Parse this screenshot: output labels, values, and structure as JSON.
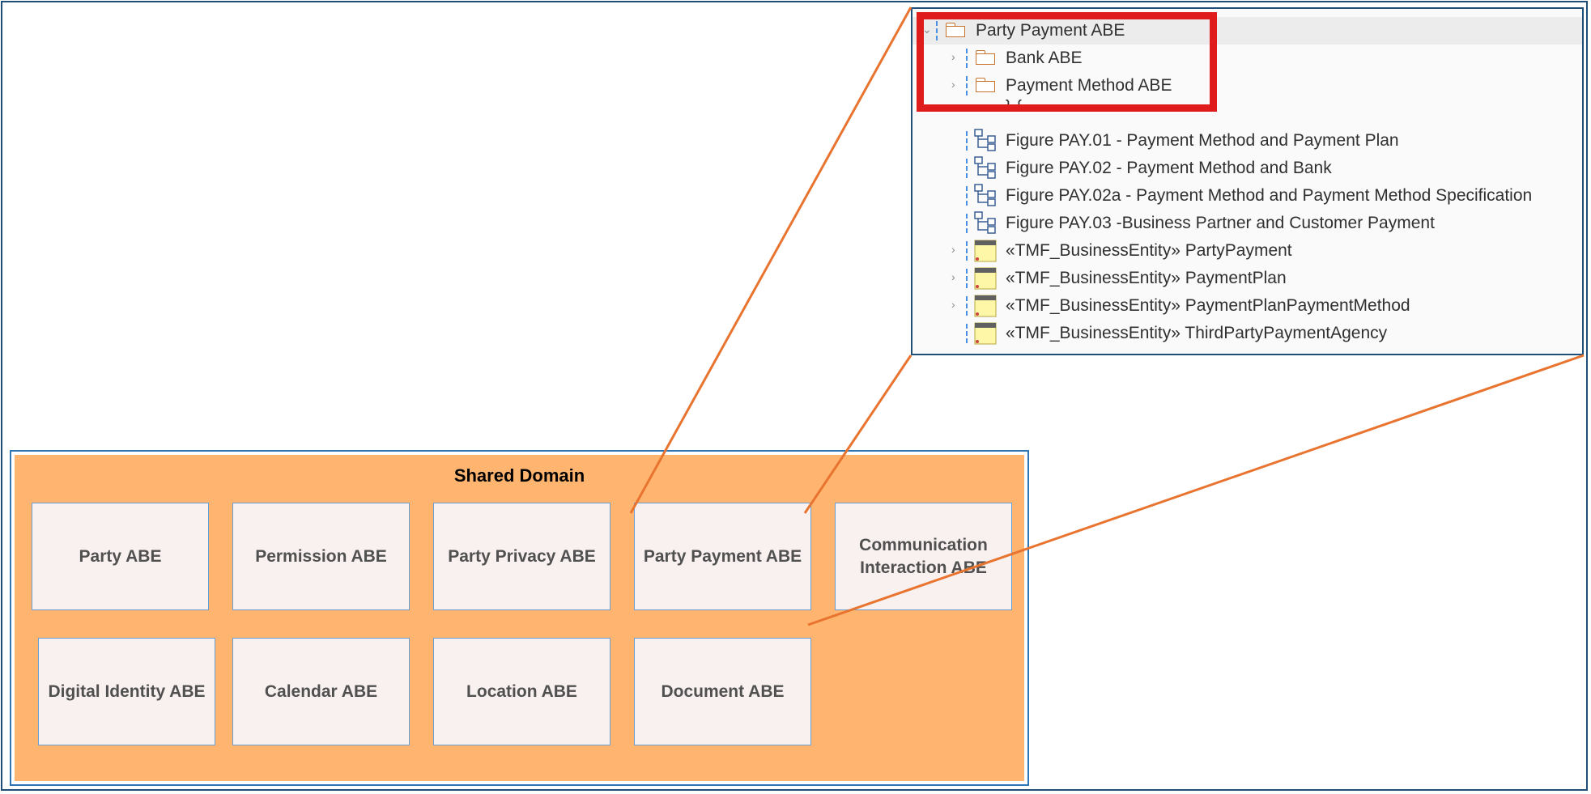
{
  "diagram": {
    "title": "Shared Domain",
    "abes": [
      "Party ABE",
      "Permission ABE",
      "Party Privacy ABE",
      "Party Payment ABE",
      "Communication Interaction ABE",
      "Digital Identity ABE",
      "Calendar ABE",
      "Location ABE",
      "Document ABE"
    ],
    "colors": {
      "domain_fill": "#ffb570",
      "abe_fill": "#f9f1ef",
      "callout_line": "#e8742f",
      "highlight": "#e01b1b"
    }
  },
  "tree": {
    "root": "Party Payment ABE",
    "folders": [
      "Bank ABE",
      "Payment Method ABE"
    ],
    "partial_row": "{ }",
    "diagrams": [
      "Figure PAY.01 - Payment Method and Payment Plan",
      "Figure PAY.02 - Payment Method and Bank",
      "Figure PAY.02a - Payment Method and Payment Method Specification",
      "Figure PAY.03 -Business Partner and Customer Payment"
    ],
    "entities": [
      "«TMF_BusinessEntity» PartyPayment",
      "«TMF_BusinessEntity» PaymentPlan",
      "«TMF_BusinessEntity» PaymentPlanPaymentMethod",
      "«TMF_BusinessEntity» ThirdPartyPaymentAgency"
    ],
    "icons": {
      "folder": "folder-icon",
      "diagram": "diagram-icon",
      "entity": "class-icon",
      "expand": "chevron-right-icon",
      "collapse": "chevron-down-icon"
    }
  }
}
